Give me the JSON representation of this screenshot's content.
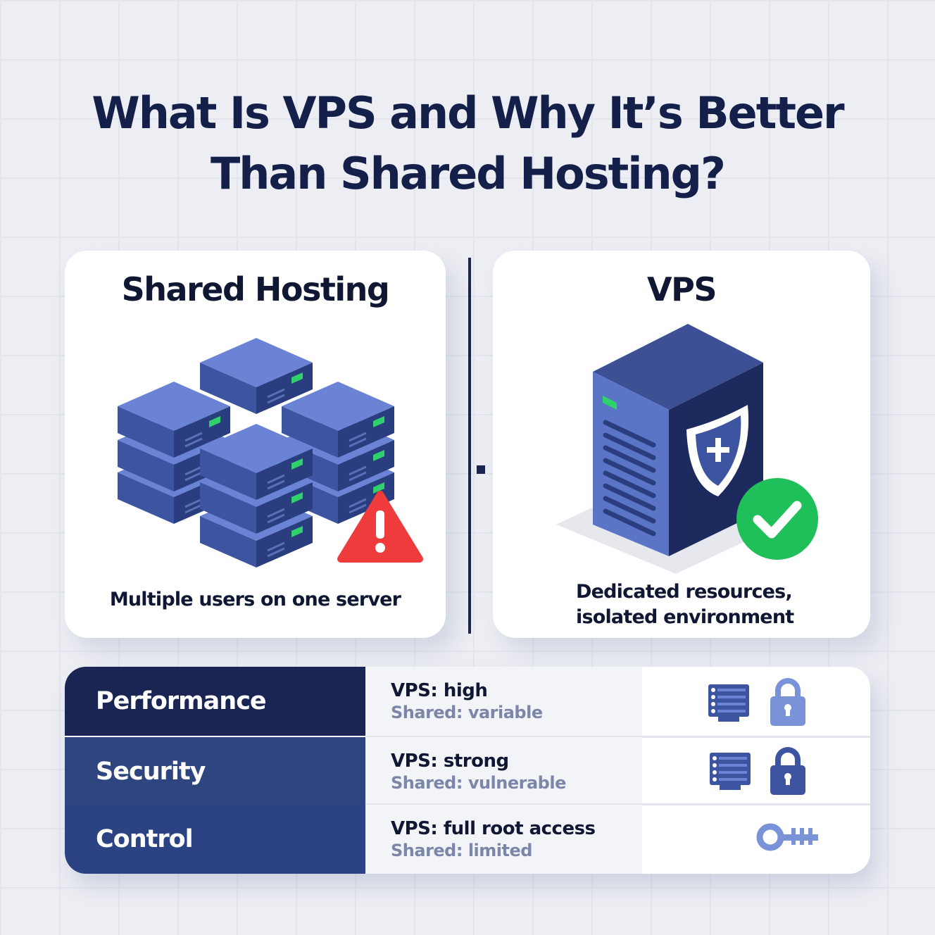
{
  "title": {
    "line1": "What Is VPS and Why It’s Better",
    "line2": "Than Shared Hosting?"
  },
  "shared": {
    "heading": "Shared Hosting",
    "caption": "Multiple users on one server",
    "icon": "server-stack-warning"
  },
  "vps": {
    "heading": "VPS",
    "caption_line1": "Dedicated resources,",
    "caption_line2": "isolated environment",
    "icon": "server-shield-check"
  },
  "comparison": [
    {
      "label": "Performance",
      "vps": "VPS: high",
      "shared": "Shared: variable",
      "icons": [
        "server-list-icon",
        "lock-icon"
      ]
    },
    {
      "label": "Security",
      "vps": "VPS: strong",
      "shared": "Shared: vulnerable",
      "icons": [
        "server-list-icon",
        "lock-icon"
      ]
    },
    {
      "label": "Control",
      "vps": "VPS: full root access",
      "shared": "Shared: limited",
      "icons": [
        "key-icon"
      ]
    }
  ],
  "colors": {
    "navy": "#1a2553",
    "blue": "#2e4580",
    "accent": "#6a83d4",
    "success": "#1fbf5a",
    "warning": "#ef3b3b"
  }
}
